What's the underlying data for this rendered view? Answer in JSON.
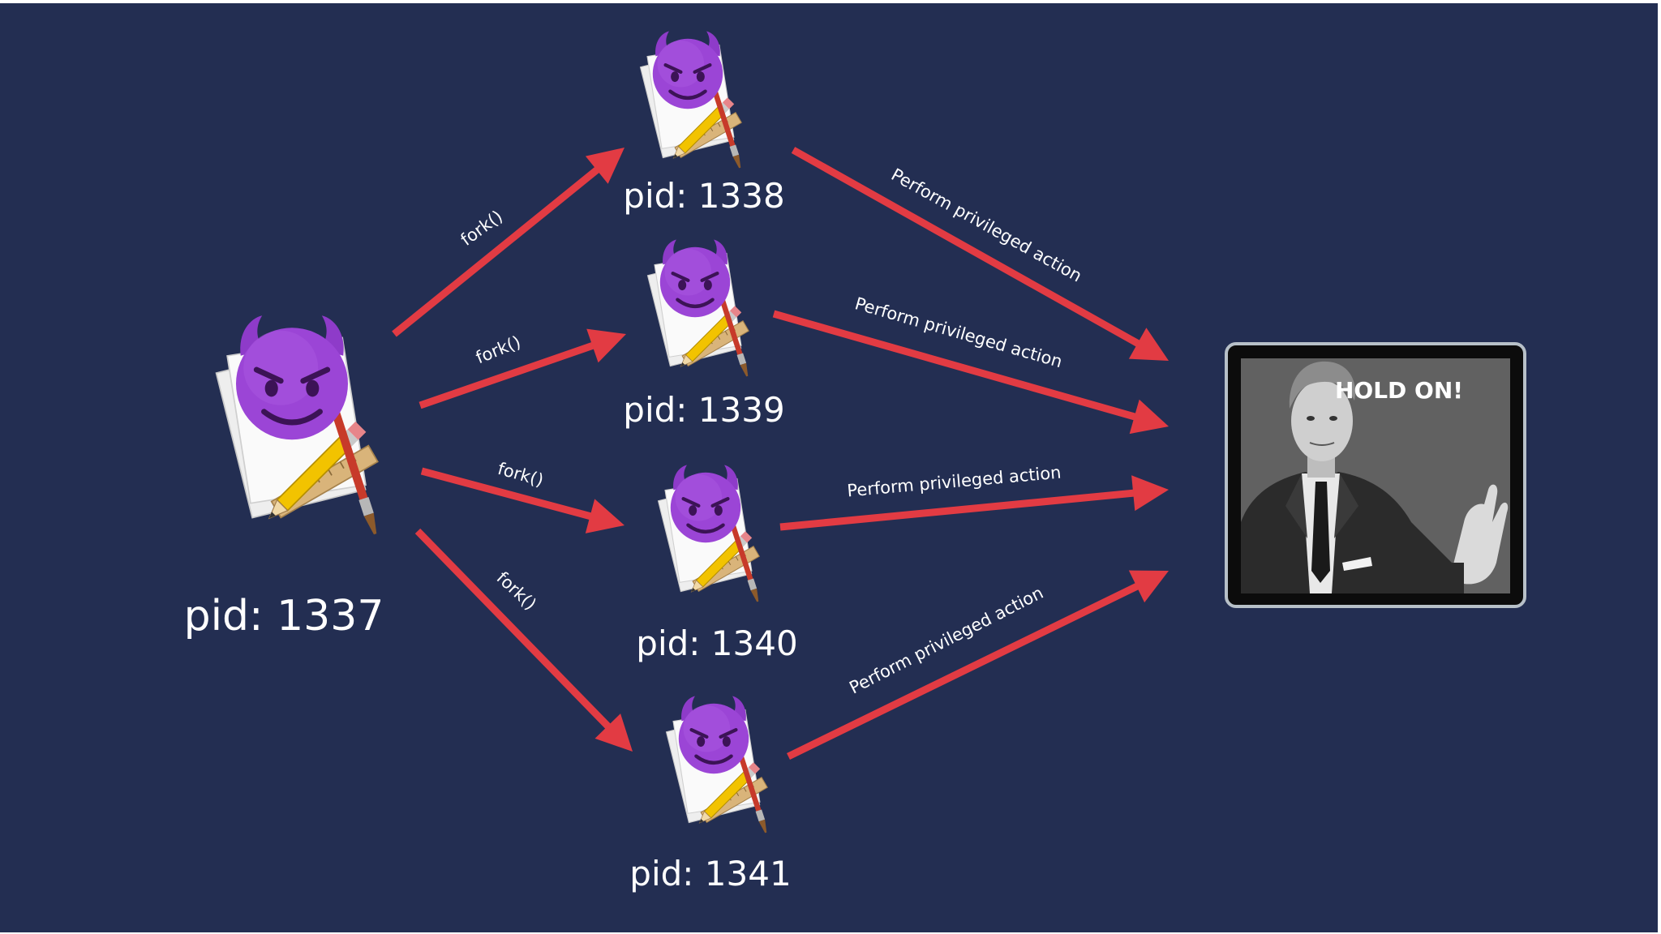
{
  "diagram": {
    "background_color": "#232e52",
    "arrow_color": "#e23b43",
    "parent": {
      "label": "pid: 1337",
      "icon": "devil-textedit-app-icon"
    },
    "children": [
      {
        "label": "pid: 1338",
        "icon": "devil-textedit-app-icon"
      },
      {
        "label": "pid: 1339",
        "icon": "devil-textedit-app-icon"
      },
      {
        "label": "pid: 1340",
        "icon": "devil-textedit-app-icon"
      },
      {
        "label": "pid: 1341",
        "icon": "devil-textedit-app-icon"
      }
    ],
    "fork_edges": [
      {
        "label": "fork()"
      },
      {
        "label": "fork()"
      },
      {
        "label": "fork()"
      },
      {
        "label": "fork()"
      }
    ],
    "action_edges": [
      {
        "label": "Perform privileged action"
      },
      {
        "label": "Perform privileged action"
      },
      {
        "label": "Perform privileged action"
      },
      {
        "label": "Perform privileged action"
      }
    ],
    "target": {
      "image": "hold-on-meme",
      "caption": "HOLD ON!"
    }
  }
}
